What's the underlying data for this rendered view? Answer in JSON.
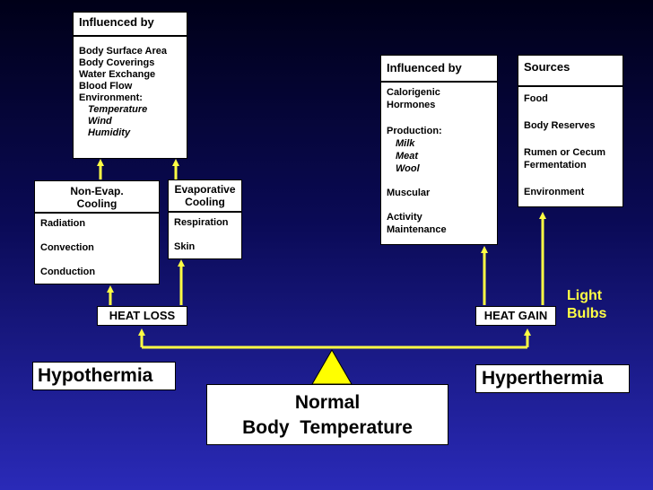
{
  "heat_loss_influence": {
    "title": "Influenced by",
    "items": [
      "Body Surface Area",
      "Body Coverings",
      "Water Exchange",
      "Blood Flow",
      "Environment:"
    ],
    "env_items": [
      "Temperature",
      "Wind",
      "Humidity"
    ]
  },
  "non_evap": {
    "title_line1": "Non-Evap.",
    "title_line2": "Cooling",
    "items": [
      "Radiation",
      "Convection",
      "Conduction"
    ]
  },
  "evap": {
    "title_line1": "Evaporative",
    "title_line2": "Cooling",
    "items": [
      "Respiration",
      "Skin"
    ]
  },
  "heat_gain_influence": {
    "title": "Influenced by",
    "line1": "Calorigenic",
    "line2": "Hormones",
    "production_label": "Production:",
    "production_items": [
      "Milk",
      "Meat",
      "Wool"
    ],
    "muscular": "Muscular",
    "activity1": "Activity",
    "activity2": "Maintenance"
  },
  "sources": {
    "title": "Sources",
    "food": "Food",
    "body_reserves": "Body Reserves",
    "rumen1": "Rumen or Cecum",
    "rumen2": "Fermentation",
    "environment": "Environment"
  },
  "labels": {
    "heat_loss": "HEAT LOSS",
    "heat_gain": "HEAT GAIN",
    "light_bulbs_1": "Light",
    "light_bulbs_2": "Bulbs",
    "hypothermia": "Hypothermia",
    "hyperthermia": "Hyperthermia",
    "normal_1": "Normal",
    "normal_2": "Body  Temperature"
  },
  "colors": {
    "arrow": "#ffff44",
    "fulcrum": "#ffff00",
    "box_bg": "#ffffff"
  }
}
